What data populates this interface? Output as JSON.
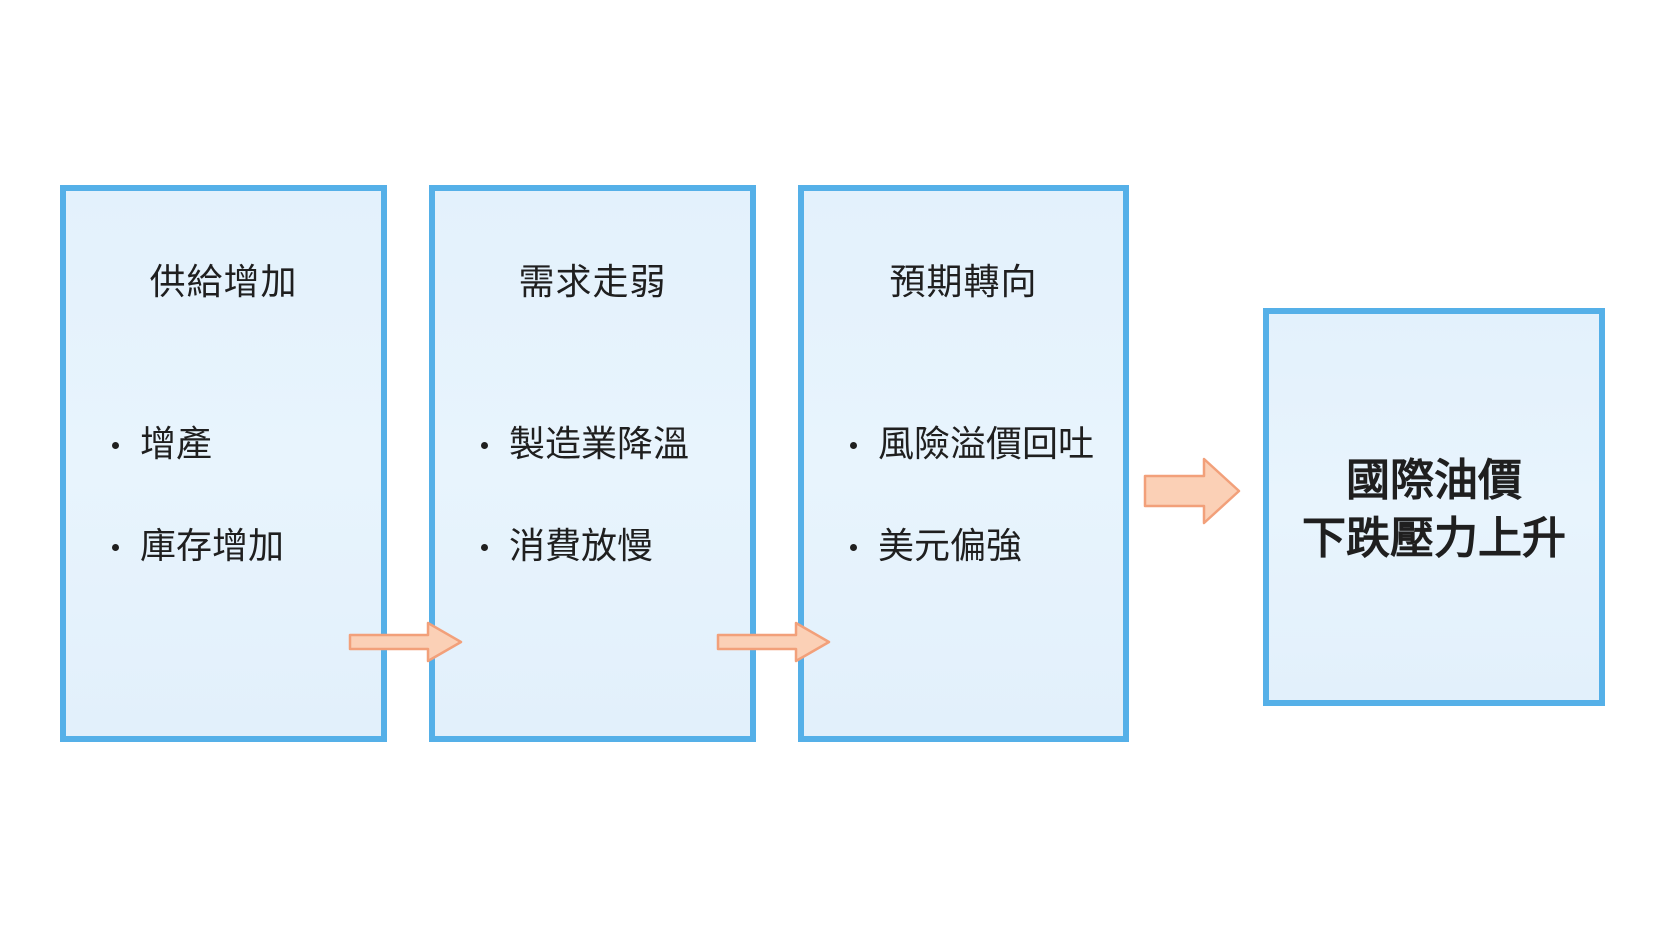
{
  "stages": [
    {
      "title": "供給增加",
      "bullets": [
        "增產",
        "庫存增加"
      ]
    },
    {
      "title": "需求走弱",
      "bullets": [
        "製造業降溫",
        "消費放慢"
      ]
    },
    {
      "title": "預期轉向",
      "bullets": [
        "風險溢價回吐",
        "美元偏強"
      ]
    }
  ],
  "result": {
    "line1": "國際油價",
    "line2": "下跌壓力上升"
  },
  "colors": {
    "box_border": "#55b0e8",
    "box_fill": "#e6f3fd",
    "arrow_fill": "#fbd0b6",
    "arrow_stroke": "#f2a07a",
    "text": "#1f1f1f"
  }
}
